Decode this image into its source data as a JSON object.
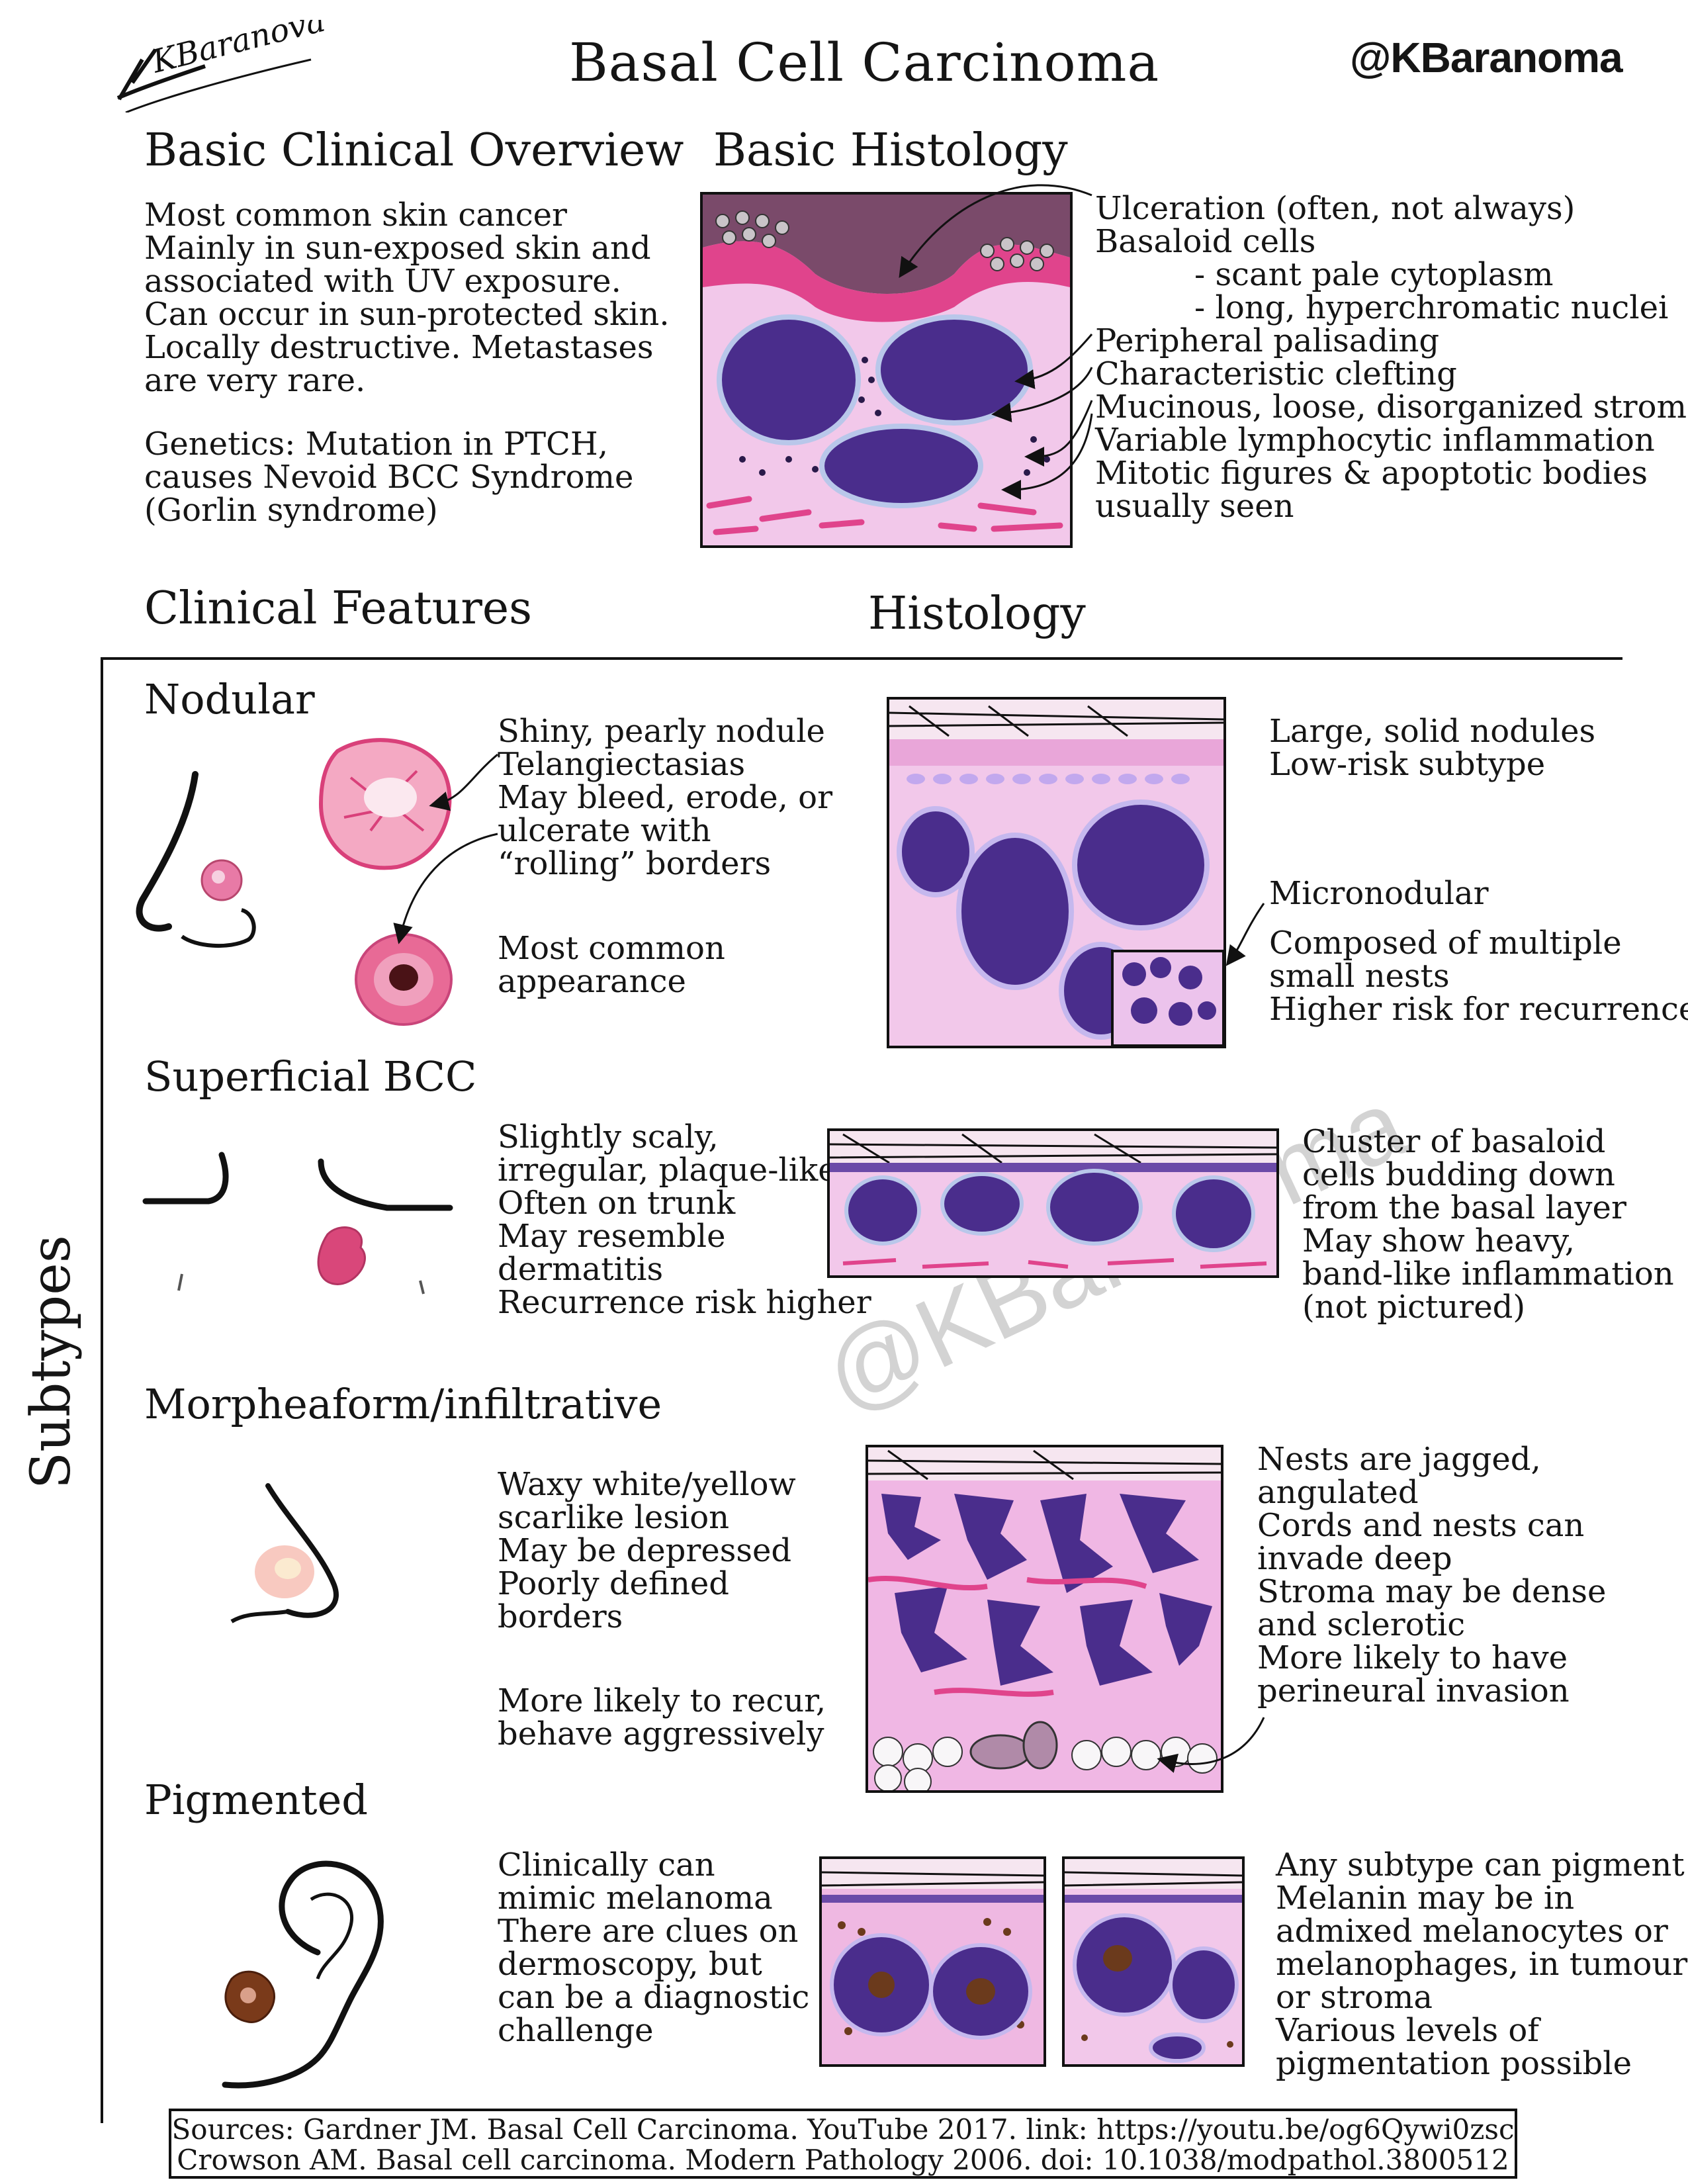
{
  "header": {
    "signature": "KBaranova",
    "title": "Basal Cell Carcinoma",
    "handle": "@KBaranoma"
  },
  "overview": {
    "heading": "Basic Clinical Overview",
    "lines": [
      "Most common skin cancer",
      "Mainly in sun-exposed skin and",
      "associated with UV exposure.",
      "Can occur in sun-protected skin.",
      "Locally destructive. Metastases",
      "are very rare."
    ],
    "genetics": [
      "Genetics: Mutation in PTCH,",
      "causes Nevoid BCC Syndrome",
      "(Gorlin syndrome)"
    ]
  },
  "basic_histology": {
    "heading": "Basic Histology",
    "lines": [
      "Ulceration (often, not always)",
      "Basaloid cells",
      "- scant pale cytoplasm",
      "- long, hyperchromatic nuclei",
      "Peripheral palisading",
      "Characteristic clefting",
      "Mucinous, loose, disorganized stroma",
      "Variable lymphocytic inflammation",
      "Mitotic figures & apoptotic bodies",
      "usually seen"
    ]
  },
  "section_headings": {
    "clinical": "Clinical Features",
    "histology": "Histology",
    "subtypes": "Subtypes"
  },
  "nodular": {
    "name": "Nodular",
    "clinical": [
      "Shiny, pearly nodule",
      "Telangiectasias",
      "May bleed, erode, or",
      "ulcerate with",
      "“rolling” borders"
    ],
    "clinical2": [
      "Most common",
      "appearance"
    ],
    "histology": [
      "Large, solid nodules",
      "Low-risk subtype"
    ],
    "micro_name": "Micronodular",
    "micro": [
      "Composed of multiple",
      "small nests",
      "Higher risk for recurrence"
    ]
  },
  "superficial": {
    "name": "Superficial BCC",
    "clinical": [
      "Slightly scaly,",
      "irregular, plaque-like",
      "Often on trunk",
      "May resemble",
      "dermatitis",
      "Recurrence risk higher"
    ],
    "histology": [
      "Cluster of  basaloid",
      "cells budding down",
      "from the basal layer",
      "May show heavy,",
      "band-like inflammation",
      "(not pictured)"
    ]
  },
  "morpheaform": {
    "name": "Morpheaform/infiltrative",
    "clinical": [
      "Waxy white/yellow",
      "scarlike lesion",
      "May be depressed",
      "Poorly defined",
      "borders"
    ],
    "clinical2": [
      "More likely to recur,",
      "behave aggressively"
    ],
    "histology": [
      "Nests are jagged,",
      "angulated",
      "Cords and nests can",
      "invade deep",
      "Stroma may be dense",
      "and sclerotic",
      "More likely to have",
      "perineural invasion"
    ]
  },
  "pigmented": {
    "name": "Pigmented",
    "clinical": [
      "Clinically can",
      "mimic melanoma",
      "There are clues on",
      "dermoscopy, but",
      "can be a diagnostic",
      "challenge"
    ],
    "histology": [
      "Any subtype can pigment",
      "Melanin may be in",
      "admixed melanocytes or",
      "melanophages, in tumour",
      "or stroma",
      "Various levels of",
      "pigmentation possible"
    ]
  },
  "watermark": "@KBaranoma",
  "sources": [
    "Sources: Gardner JM. Basal Cell Carcinoma. YouTube 2017. link: https://youtu.be/og6Qywi0zsc",
    "Crowson AM. Basal cell carcinoma. Modern Pathology 2006. doi: 10.1038/modpathol.3800512"
  ],
  "colors": {
    "nest": "#4a2d8c",
    "stroma": "#f2c8ea",
    "pink": "#e0448c",
    "pigment": "#6b3a1c"
  }
}
